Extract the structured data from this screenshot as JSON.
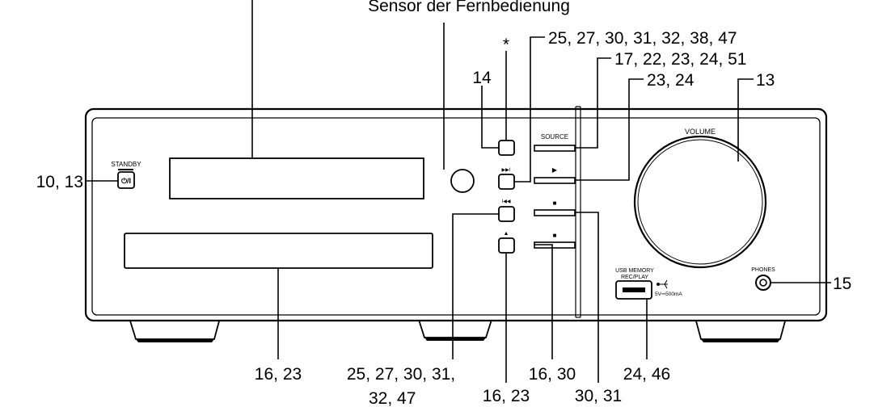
{
  "callouts": {
    "remote_sensor": "Sensor der Fernbedienung",
    "skip_next": "25, 27, 30, 31, 32, 38, 47",
    "source": "17, 22, 23, 24, 51",
    "play": "23, 24",
    "volume": "13",
    "asterisk": "*",
    "btn14": "14",
    "standby": "10, 13",
    "phones": "15",
    "disc_tray": "16, 23",
    "skip_prev_line1": "25, 27, 30, 31,",
    "skip_prev_line2": "32, 47",
    "eject": "16, 23",
    "stop_lower": "16, 30",
    "stop_upper": "30, 31",
    "usb": "24, 46"
  },
  "panel_labels": {
    "standby": "STANDBY",
    "standby_symbol": "⏻/I",
    "source": "SOURCE",
    "volume": "VOLUME",
    "usb_line1": "USB MEMORY",
    "usb_line2": "REC/PLAY",
    "usb_rating": "5V⎓500mA",
    "phones": "PHONES",
    "skip_next_symbol": "▶▶I",
    "skip_prev_symbol": "I◀◀",
    "play_symbol": "▶",
    "stop_symbol": "■",
    "eject_symbol": "▲"
  }
}
